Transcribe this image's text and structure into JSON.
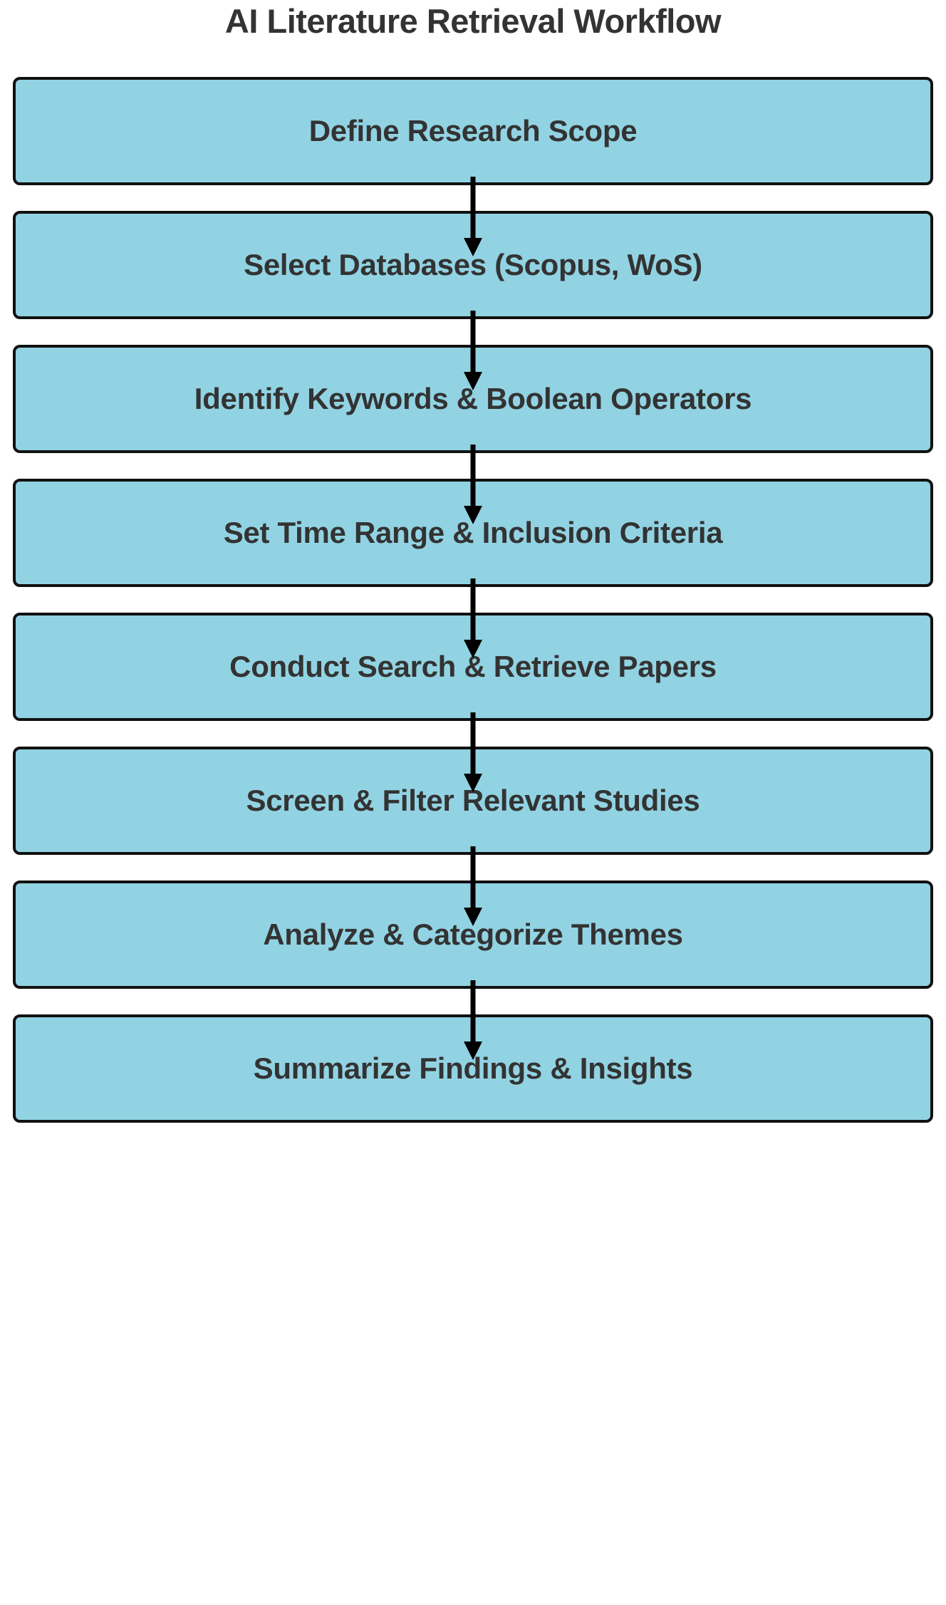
{
  "title": "AI Literature Retrieval Workflow",
  "colors": {
    "node_fill": "#92d3e3",
    "node_border": "#111111",
    "text": "#333333",
    "arrow": "#000000",
    "background": "#ffffff"
  },
  "flow": {
    "orientation": "top-to-bottom",
    "node_shape": "rounded-rectangle",
    "nodes": [
      {
        "id": "n1",
        "label": "Define Research Scope"
      },
      {
        "id": "n2",
        "label": "Select Databases (Scopus, WoS)"
      },
      {
        "id": "n3",
        "label": "Identify Keywords & Boolean Operators"
      },
      {
        "id": "n4",
        "label": "Set Time Range & Inclusion Criteria"
      },
      {
        "id": "n5",
        "label": "Conduct Search & Retrieve Papers"
      },
      {
        "id": "n6",
        "label": "Screen & Filter Relevant Studies"
      },
      {
        "id": "n7",
        "label": "Analyze & Categorize Themes"
      },
      {
        "id": "n8",
        "label": "Summarize Findings & Insights"
      }
    ],
    "edges": [
      {
        "from": "n1",
        "to": "n2",
        "label": "",
        "arrow": "down-arrow-icon"
      },
      {
        "from": "n2",
        "to": "n3",
        "label": "",
        "arrow": "down-arrow-icon"
      },
      {
        "from": "n3",
        "to": "n4",
        "label": "",
        "arrow": "down-arrow-icon"
      },
      {
        "from": "n4",
        "to": "n5",
        "label": "",
        "arrow": "down-arrow-icon"
      },
      {
        "from": "n5",
        "to": "n6",
        "label": "",
        "arrow": "down-arrow-icon"
      },
      {
        "from": "n6",
        "to": "n7",
        "label": "",
        "arrow": "down-arrow-icon"
      },
      {
        "from": "n7",
        "to": "n8",
        "label": "",
        "arrow": "down-arrow-icon"
      }
    ]
  }
}
